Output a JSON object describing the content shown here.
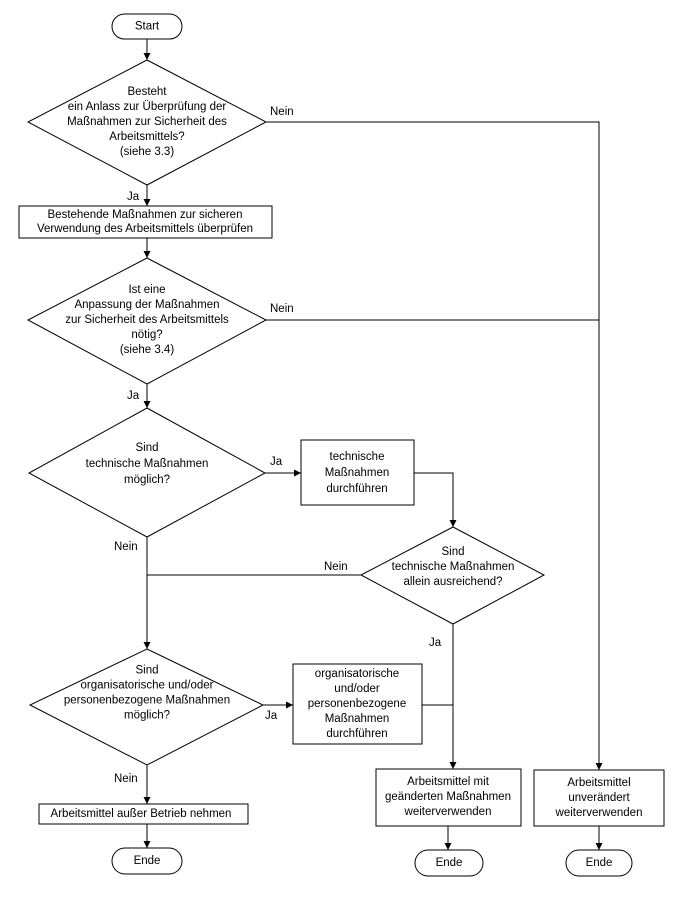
{
  "nodes": {
    "start": {
      "lines": [
        "Start"
      ]
    },
    "d1": {
      "lines": [
        "Besteht",
        "ein Anlass zur Überprüfung der",
        "Maßnahmen zur Sicherheit des",
        "Arbeitsmittels?",
        "(siehe 3.3)"
      ]
    },
    "p1": {
      "lines": [
        "Bestehende Maßnahmen zur sicheren",
        "Verwendung des Arbeitsmittels überprüfen"
      ]
    },
    "d2": {
      "lines": [
        "Ist eine",
        "Anpassung der Maßnahmen",
        "zur Sicherheit des Arbeitsmittels",
        "nötig?",
        "(siehe 3.4)"
      ]
    },
    "d3": {
      "lines": [
        "Sind",
        "technische Maßnahmen",
        "möglich?"
      ]
    },
    "p2": {
      "lines": [
        "technische",
        "Maßnahmen",
        "durchführen"
      ]
    },
    "d4": {
      "lines": [
        "Sind",
        "technische Maßnahmen",
        "allein ausreichend?"
      ]
    },
    "d5": {
      "lines": [
        "Sind",
        "organisatorische und/oder",
        "personenbezogene Maßnahmen",
        "möglich?"
      ]
    },
    "p3": {
      "lines": [
        "organisatorische",
        "und/oder",
        "personenbezogene",
        "Maßnahmen",
        "durchführen"
      ]
    },
    "p4": {
      "lines": [
        "Arbeitsmittel außer Betrieb nehmen"
      ]
    },
    "p5": {
      "lines": [
        "Arbeitsmittel mit",
        "geänderten Maßnahmen",
        "weiterverwenden"
      ]
    },
    "p6": {
      "lines": [
        "Arbeitsmittel",
        "unverändert",
        "weiterverwenden"
      ]
    },
    "end1": {
      "lines": [
        "Ende"
      ]
    },
    "end2": {
      "lines": [
        "Ende"
      ]
    },
    "end3": {
      "lines": [
        "Ende"
      ]
    }
  },
  "edge_labels": {
    "d1_nein": "Nein",
    "d1_ja": "Ja",
    "d2_nein": "Nein",
    "d2_ja": "Ja",
    "d3_ja": "Ja",
    "d3_nein": "Nein",
    "d4_nein": "Nein",
    "d4_ja": "Ja",
    "d5_ja": "Ja",
    "d5_nein": "Nein"
  }
}
